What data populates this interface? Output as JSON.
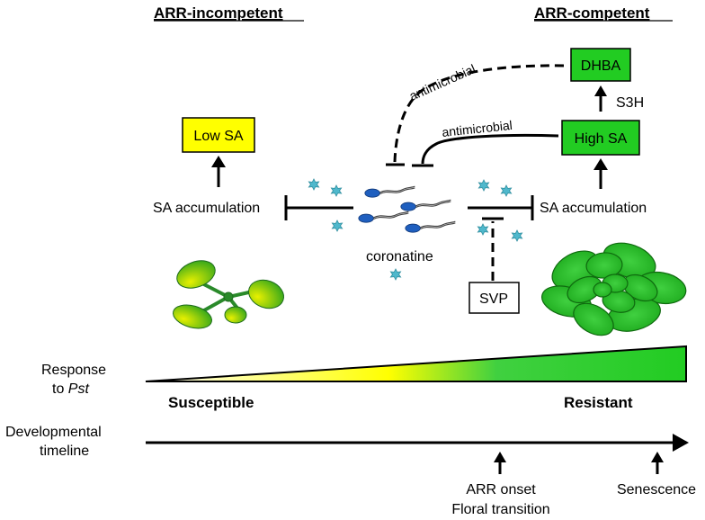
{
  "headers": {
    "left": "ARR-incompetent",
    "right": "ARR-competent"
  },
  "boxes": {
    "low_sa": "Low SA",
    "high_sa": "High SA",
    "dhba": "DHBA",
    "svp": "SVP"
  },
  "labels": {
    "s3h": "S3H",
    "antimicrobial_upper": "antimicrobial",
    "antimicrobial_lower": "antimicrobial",
    "sa_accumulation_left": "SA accumulation",
    "sa_accumulation_right": "SA accumulation",
    "coronatine": "coronatine"
  },
  "response": {
    "label_line1": "Response",
    "label_line2_prefix": "to ",
    "label_line2_italic": "Pst",
    "susceptible": "Susceptible",
    "resistant": "Resistant"
  },
  "timeline": {
    "label_line1": "Developmental",
    "label_line2": "timeline",
    "arr_onset": "ARR onset",
    "floral_transition": "Floral transition",
    "senescence": "Senescence"
  },
  "colors": {
    "yellow": "#ffff00",
    "green": "#22cc22",
    "bacteria": "#1f5fbf",
    "coronatine": "#4fb8cc"
  },
  "icons": [
    "bacterium-icon",
    "coronatine-star-icon",
    "young-plant-icon",
    "mature-rosette-icon"
  ]
}
